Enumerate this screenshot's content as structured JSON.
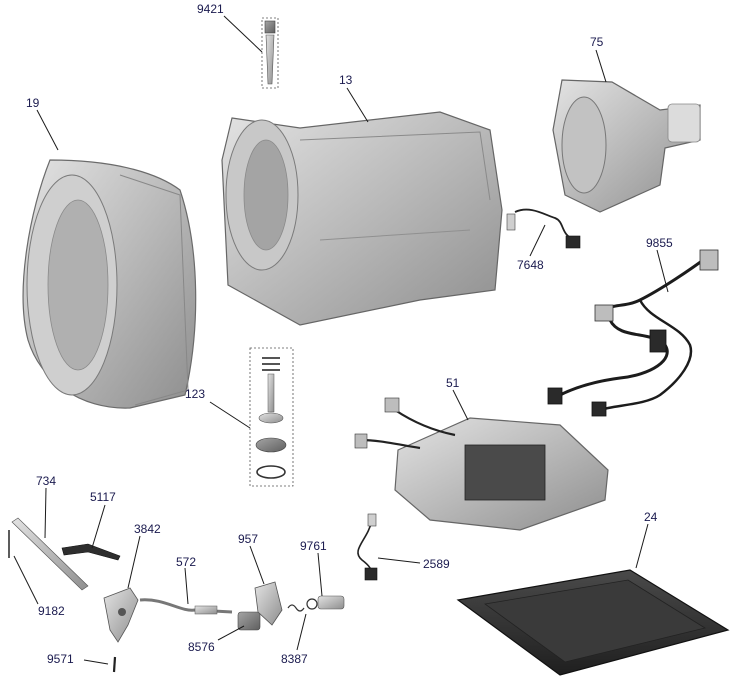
{
  "diagram": {
    "parts": [
      {
        "id": "p9421",
        "label": "9421"
      },
      {
        "id": "p13",
        "label": "13"
      },
      {
        "id": "p75",
        "label": "75"
      },
      {
        "id": "p19",
        "label": "19"
      },
      {
        "id": "p7648",
        "label": "7648"
      },
      {
        "id": "p9855",
        "label": "9855"
      },
      {
        "id": "p123",
        "label": "123"
      },
      {
        "id": "p51",
        "label": "51"
      },
      {
        "id": "p734",
        "label": "734"
      },
      {
        "id": "p5117",
        "label": "5117"
      },
      {
        "id": "p3842",
        "label": "3842"
      },
      {
        "id": "p957",
        "label": "957"
      },
      {
        "id": "p572",
        "label": "572"
      },
      {
        "id": "p9761",
        "label": "9761"
      },
      {
        "id": "p2589",
        "label": "2589"
      },
      {
        "id": "p24",
        "label": "24"
      },
      {
        "id": "p9182",
        "label": "9182"
      },
      {
        "id": "p8576",
        "label": "8576"
      },
      {
        "id": "p8387",
        "label": "8387"
      },
      {
        "id": "p9571",
        "label": "9571"
      }
    ]
  }
}
